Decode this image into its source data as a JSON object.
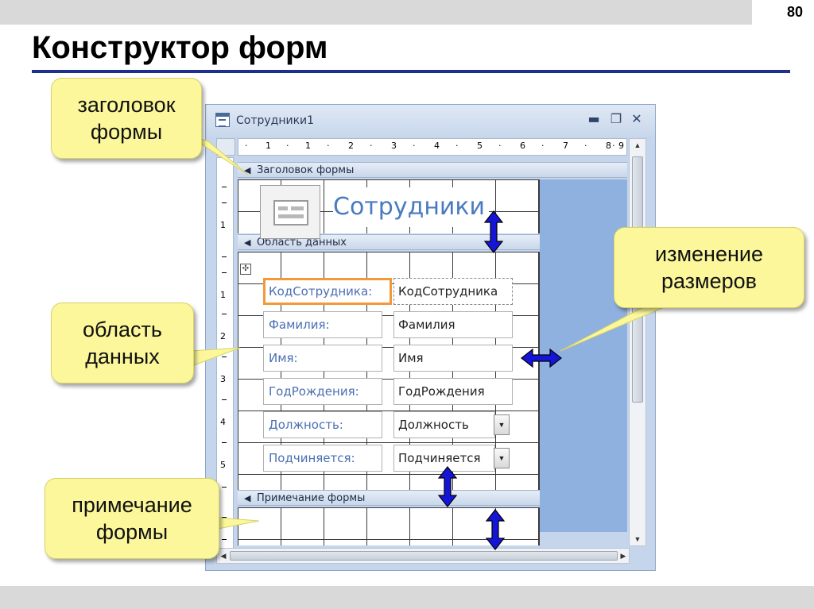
{
  "slide": {
    "number": "80",
    "title": "Конструктор форм"
  },
  "window": {
    "title": "Сотрудники1",
    "controls": [
      "▬",
      "❐",
      "✕"
    ]
  },
  "ruler": {
    "h_marks": [
      "·",
      "1",
      "·",
      "1",
      "·",
      "2",
      "·",
      "3",
      "·",
      "4",
      "·",
      "5",
      "·",
      "6",
      "·",
      "7",
      "·",
      "8",
      "·",
      "9"
    ],
    "v_marks": [
      "1",
      "1",
      "2",
      "3",
      "4",
      "5"
    ]
  },
  "sections": {
    "header": "Заголовок формы",
    "detail": "Область данных",
    "footer": "Примечание формы"
  },
  "form_header_label": "Сотрудники",
  "fields": [
    {
      "label": "КодСотрудника:",
      "value": "КодСотрудника",
      "combo": false
    },
    {
      "label": "Фамилия:",
      "value": "Фамилия",
      "combo": false
    },
    {
      "label": "Имя:",
      "value": "Имя",
      "combo": false
    },
    {
      "label": "ГодРождения:",
      "value": "ГодРождения",
      "combo": false
    },
    {
      "label": "Должность:",
      "value": "Должность",
      "combo": true
    },
    {
      "label": "Подчиняется:",
      "value": "Подчиняется",
      "combo": true
    }
  ],
  "callouts": {
    "header": "заголовок формы",
    "detail": "область данных",
    "resize": "изменение размеров",
    "footer": "примечание формы"
  },
  "colors": {
    "accent_rule": "#1f2f8f",
    "callout_fill": "#fbf79a",
    "arrow_blue": "#1515d8",
    "selection_orange": "#f29a3a",
    "label_blue": "#4a6fb3"
  },
  "icons": [
    "form-icon",
    "move-handle-icon",
    "dropdown-arrow-icon",
    "section-arrow-icon"
  ]
}
